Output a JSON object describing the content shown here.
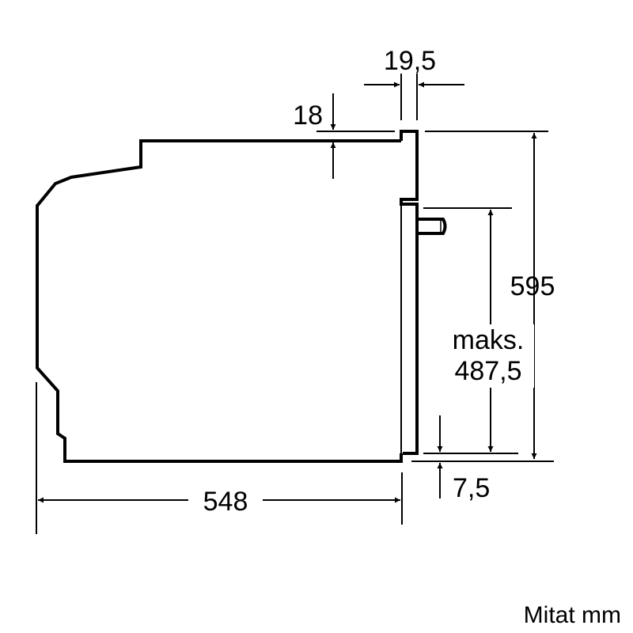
{
  "dimensions": {
    "door_thickness": "19,5",
    "top_offset": "18",
    "total_height": "595",
    "max_height_label": "maks.",
    "max_height_value": "487,5",
    "bottom_offset": "7,5",
    "depth": "548"
  },
  "caption": "Mitat mm",
  "colors": {
    "line": "#000000",
    "background": "#ffffff"
  }
}
